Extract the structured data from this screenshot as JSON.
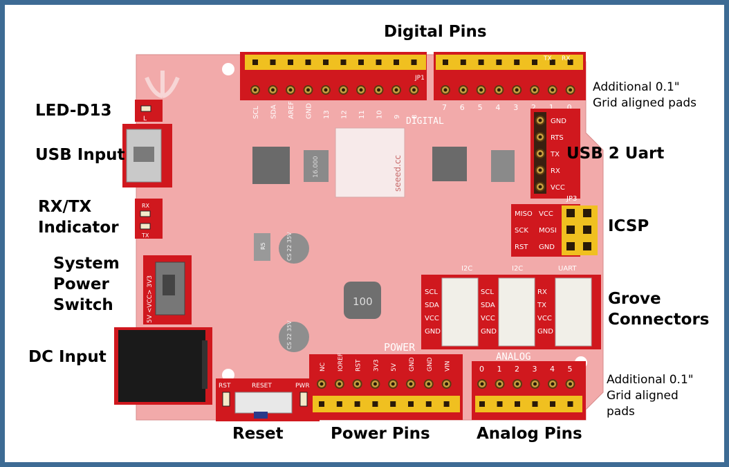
{
  "labels": {
    "digital_pins": "Digital Pins",
    "led_d13": "LED-D13",
    "usb_input": "USB Input",
    "rx_tx_indicator": "RX/TX\nIndicator",
    "system_power_switch": "System\nPower\nSwitch",
    "dc_input": "DC Input",
    "reset": "Reset",
    "power_pins": "Power Pins",
    "analog_pins": "Analog Pins",
    "usb_2_uart": "USB 2 Uart",
    "icsp": "ICSP",
    "grove_connectors": "Grove\nConnectors",
    "additional_pads_top": "Additional 0.1\"\nGrid aligned pads",
    "additional_pads_bottom": "Additional 0.1\"\nGrid aligned\npads"
  },
  "silkscreen": {
    "digital": "DIGITAL",
    "power": "POWER",
    "analog": "ANALOG",
    "jp1": "JP1",
    "jp3": "JP3",
    "tx": "TX",
    "rx": "RX",
    "led_l": "L",
    "rst": "RST",
    "reset": "RESET",
    "pwr": "PWR",
    "brand": "seeed.cc",
    "volt_switch": "5V <VCC> 3V3",
    "inductor": "100",
    "cap_text": "CS 22 35V",
    "crystal": "16.000",
    "r5": "R5",
    "digital_left_pins": [
      "SCL",
      "SDA",
      "AREF",
      "GND",
      "13",
      "12",
      "11",
      "10",
      "9",
      "8"
    ],
    "digital_right_pins": [
      "7",
      "6",
      "5",
      "4",
      "3",
      "2",
      "1",
      "0"
    ],
    "uart_pins": [
      "GND",
      "RTS",
      "TX",
      "RX",
      "VCC"
    ],
    "icsp_rows": [
      [
        "MISO",
        "VCC"
      ],
      [
        "SCK",
        "MOSI"
      ],
      [
        "RST",
        "GND"
      ]
    ],
    "grove_i2c_a_title": "I2C",
    "grove_i2c_a": [
      "SCL",
      "SDA",
      "VCC",
      "GND"
    ],
    "grove_i2c_b_title": "I2C",
    "grove_i2c_b": [
      "SCL",
      "SDA",
      "VCC",
      "GND"
    ],
    "grove_uart_title": "UART",
    "grove_uart": [
      "RX",
      "TX",
      "VCC",
      "GND"
    ],
    "power_pins": [
      "NC",
      "IOREF",
      "RST",
      "3V3",
      "5V",
      "GND",
      "GND",
      "VIN"
    ],
    "analog_pins": [
      "0",
      "1",
      "2",
      "3",
      "4",
      "5"
    ]
  },
  "colors": {
    "frame": "#3d6b94",
    "board": "#f0a9a9",
    "board_bright": "#d0181e",
    "header": "#f0c020",
    "silk": "#ffffff"
  }
}
